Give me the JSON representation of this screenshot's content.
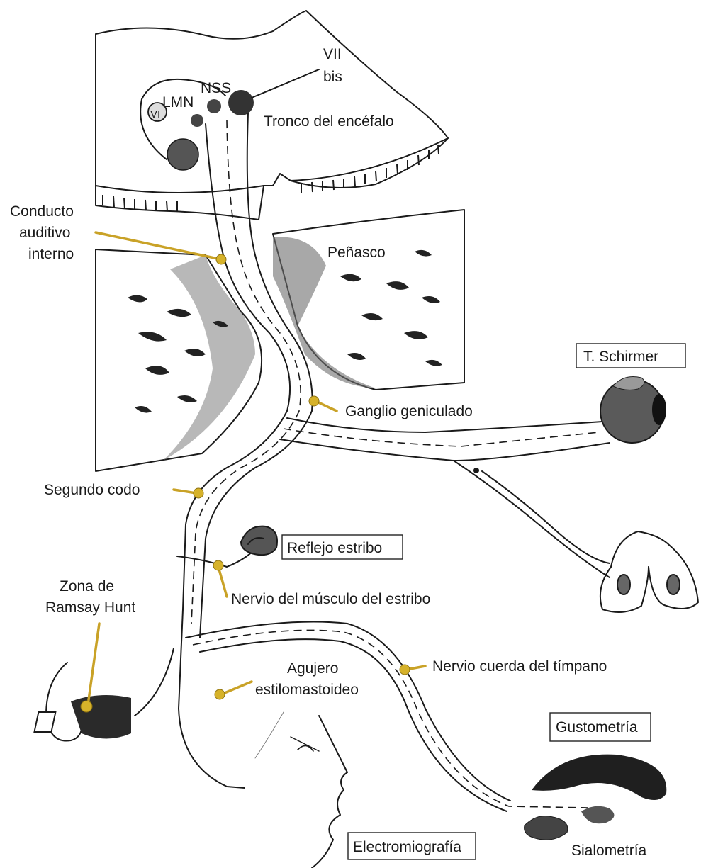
{
  "nuclei": {
    "vii_bis_line1": "VII",
    "vii_bis_line2": "bis",
    "nss": "NSS",
    "lmn": "LMN",
    "vi": "VI"
  },
  "structures": {
    "brainstem": "Tronco del encéfalo",
    "internal_canal_line1": "Conducto",
    "internal_canal_line2": "auditivo",
    "internal_canal_line3": "interno",
    "petrous": "Peñasco",
    "geniculate": "Ganglio geniculado",
    "second_bend": "Segundo codo",
    "stapedius_nerve": "Nervio del músculo del estribo",
    "ramsay_line1": "Zona de",
    "ramsay_line2": "Ramsay Hunt",
    "foramen_line1": "Agujero",
    "foramen_line2": "estilomastoideo",
    "chorda": "Nervio cuerda del tímpano",
    "sialometry": "Sialometría"
  },
  "tests": {
    "schirmer": "T. Schirmer",
    "stapedial_reflex": "Reflejo estribo",
    "gustometry": "Gustometría",
    "electromyography": "Electromiografía"
  },
  "colors": {
    "leader": "#c9a227",
    "leader_dot": "#d6b22a",
    "ink": "#1a1a1a"
  }
}
